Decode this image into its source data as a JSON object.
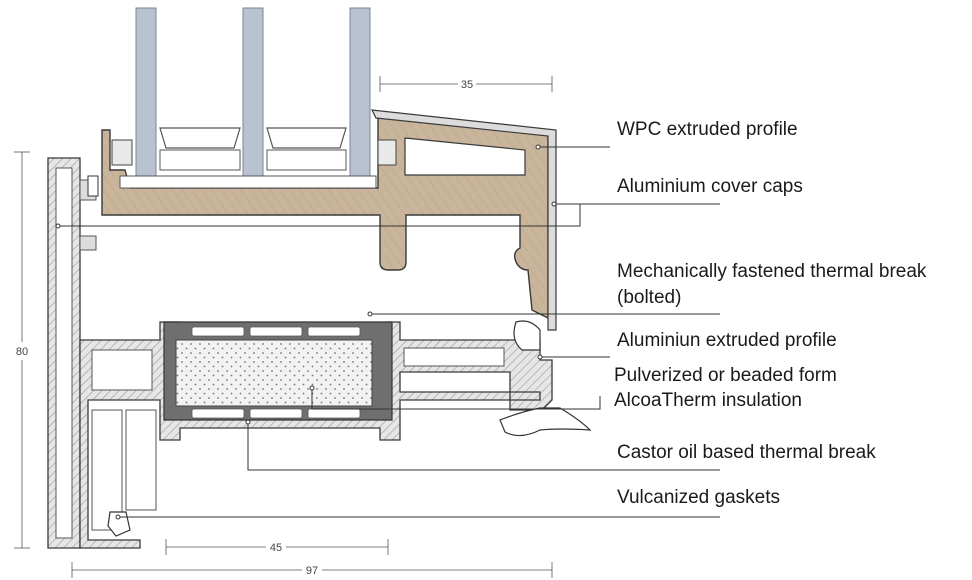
{
  "callouts": {
    "wpc": "WPC extruded profile",
    "cover_caps": "Aluminium cover caps",
    "thermal_break_bolted_1": "Mechanically fastened thermal break",
    "thermal_break_bolted_2": "(bolted)",
    "alu_profile": "Aluminiun extruded profile",
    "insulation_1": "Pulverized or beaded form",
    "insulation_2": "AlcoaTherm insulation",
    "castor": "Castor oil based thermal break",
    "gaskets": "Vulcanized gaskets"
  },
  "dimensions": {
    "d35": "35",
    "d80": "80",
    "d45": "45",
    "d97": "97"
  },
  "colors": {
    "wpc_fill": "#c8b49a",
    "glass_fill": "#b9c3d2",
    "alu_hatch": "#bdbdbd",
    "insulation_fill": "#ececec",
    "break_fill": "#6b6b6b",
    "line": "#3a3a3a"
  }
}
